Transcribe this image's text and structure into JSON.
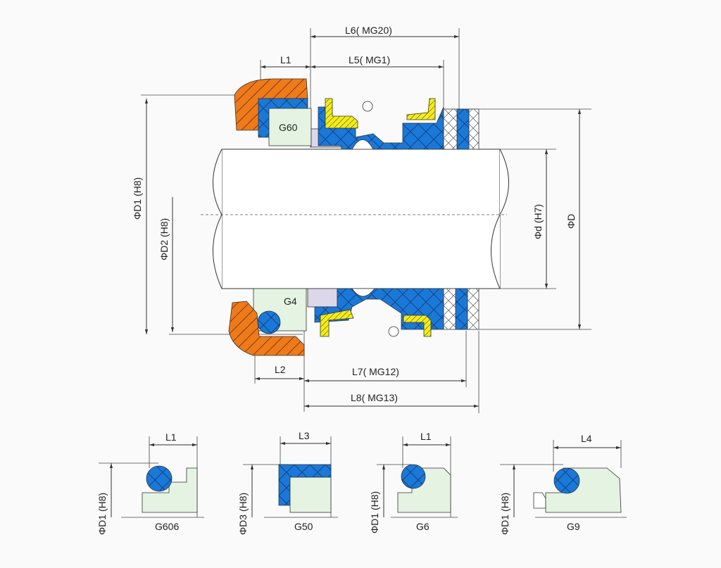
{
  "title": "Mechanical seal dimension drawing",
  "colors": {
    "orange": "#ee7a1a",
    "blue": "#1a78d8",
    "yellow": "#f4ec1a",
    "light_green": "#e4f3e2",
    "lavender": "#dcd8ea",
    "line": "#333333"
  },
  "main_view": {
    "seat_label_top": "G60",
    "seat_label_bottom": "G4",
    "dimensions": {
      "l6": "L6( MG20)",
      "l1": "L1",
      "l5": "L5( MG1)",
      "d1": "ΦD1 (H8)",
      "d2": "ΦD2 (H8)",
      "d_shaft": "Φd (H7)",
      "d_outer": "ΦD",
      "l2": "L2",
      "l7": "L7( MG12)",
      "l8": "L8( MG13)"
    }
  },
  "variants": [
    {
      "name": "G606",
      "length_label": "L1",
      "diameter_label": "ΦD1 (H8)"
    },
    {
      "name": "G50",
      "length_label": "L3",
      "diameter_label": "ΦD3 (H8)"
    },
    {
      "name": "G6",
      "length_label": "L1",
      "diameter_label": "ΦD1 (H8)"
    },
    {
      "name": "G9",
      "length_label": "L4",
      "diameter_label": "ΦD1 (H8)"
    }
  ]
}
